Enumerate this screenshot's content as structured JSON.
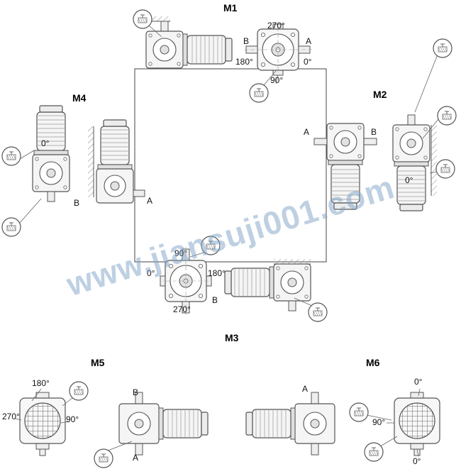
{
  "watermark": "www.jiansuji001.com",
  "icons": {
    "oil_plug": "oil-level-plug-icon"
  },
  "m1": {
    "label": "M1",
    "deg270": "270°",
    "b": "B",
    "a": "A",
    "deg180": "180°",
    "deg0": "0°",
    "deg90": "90°"
  },
  "m2": {
    "label": "M2",
    "a": "A",
    "b": "B",
    "deg0": "0°"
  },
  "m3": {
    "label": "M3",
    "deg90": "90°",
    "deg0": "0°",
    "deg180": "180°",
    "b": "B",
    "deg270": "270°"
  },
  "m4": {
    "label": "M4",
    "deg0": "0°",
    "b": "B",
    "a": "A"
  },
  "m5": {
    "label": "M5",
    "deg180": "180°",
    "b": "B",
    "deg270": "270°",
    "deg90": "90°",
    "a": "A"
  },
  "m6": {
    "label": "M6",
    "a": "A",
    "deg0_top": "0°",
    "deg90": "90°",
    "deg0_bottom": "0°"
  }
}
